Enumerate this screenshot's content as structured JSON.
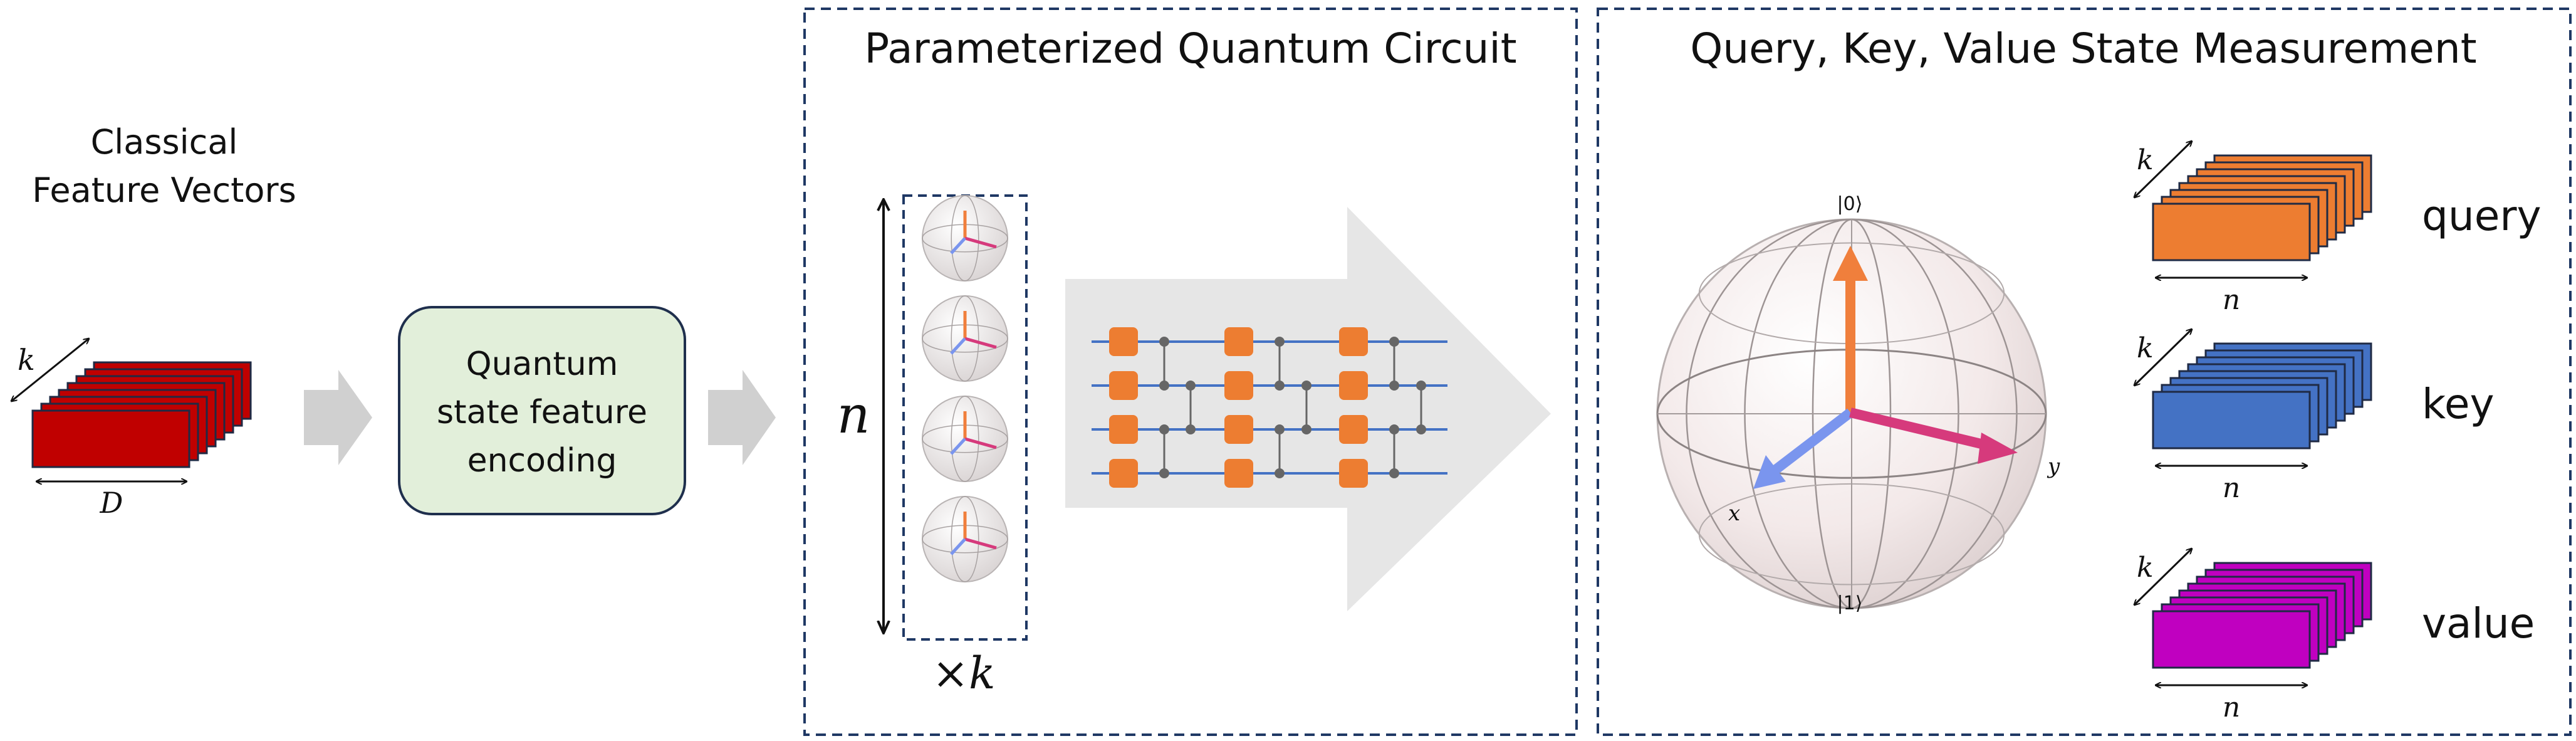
{
  "input": {
    "title_line1": "Classical",
    "title_line2": "Feature Vectors",
    "depth_label": "k",
    "width_label": "D",
    "color": "#c00000"
  },
  "encoder": {
    "line1": "Quantum",
    "line2": "state feature",
    "line3": "encoding",
    "fill": "#e2efda"
  },
  "pqc": {
    "title": "Parameterized Quantum Circuit",
    "qubits_label": "n",
    "copies_label": "×k",
    "gate_color": "#ed7d31",
    "wire_color": "#4472c4"
  },
  "measurement": {
    "title": "Query, Key, Value State Measurement",
    "bloch": {
      "ket0": "|0⟩",
      "ket1": "|1⟩",
      "x_label": "x",
      "y_label": "y"
    },
    "outputs": [
      {
        "label": "query",
        "depth_label": "k",
        "width_label": "n",
        "color": "#ed7d31"
      },
      {
        "label": "key",
        "depth_label": "k",
        "width_label": "n",
        "color": "#4472c4"
      },
      {
        "label": "value",
        "depth_label": "k",
        "width_label": "n",
        "color": "#c000c0"
      }
    ]
  }
}
